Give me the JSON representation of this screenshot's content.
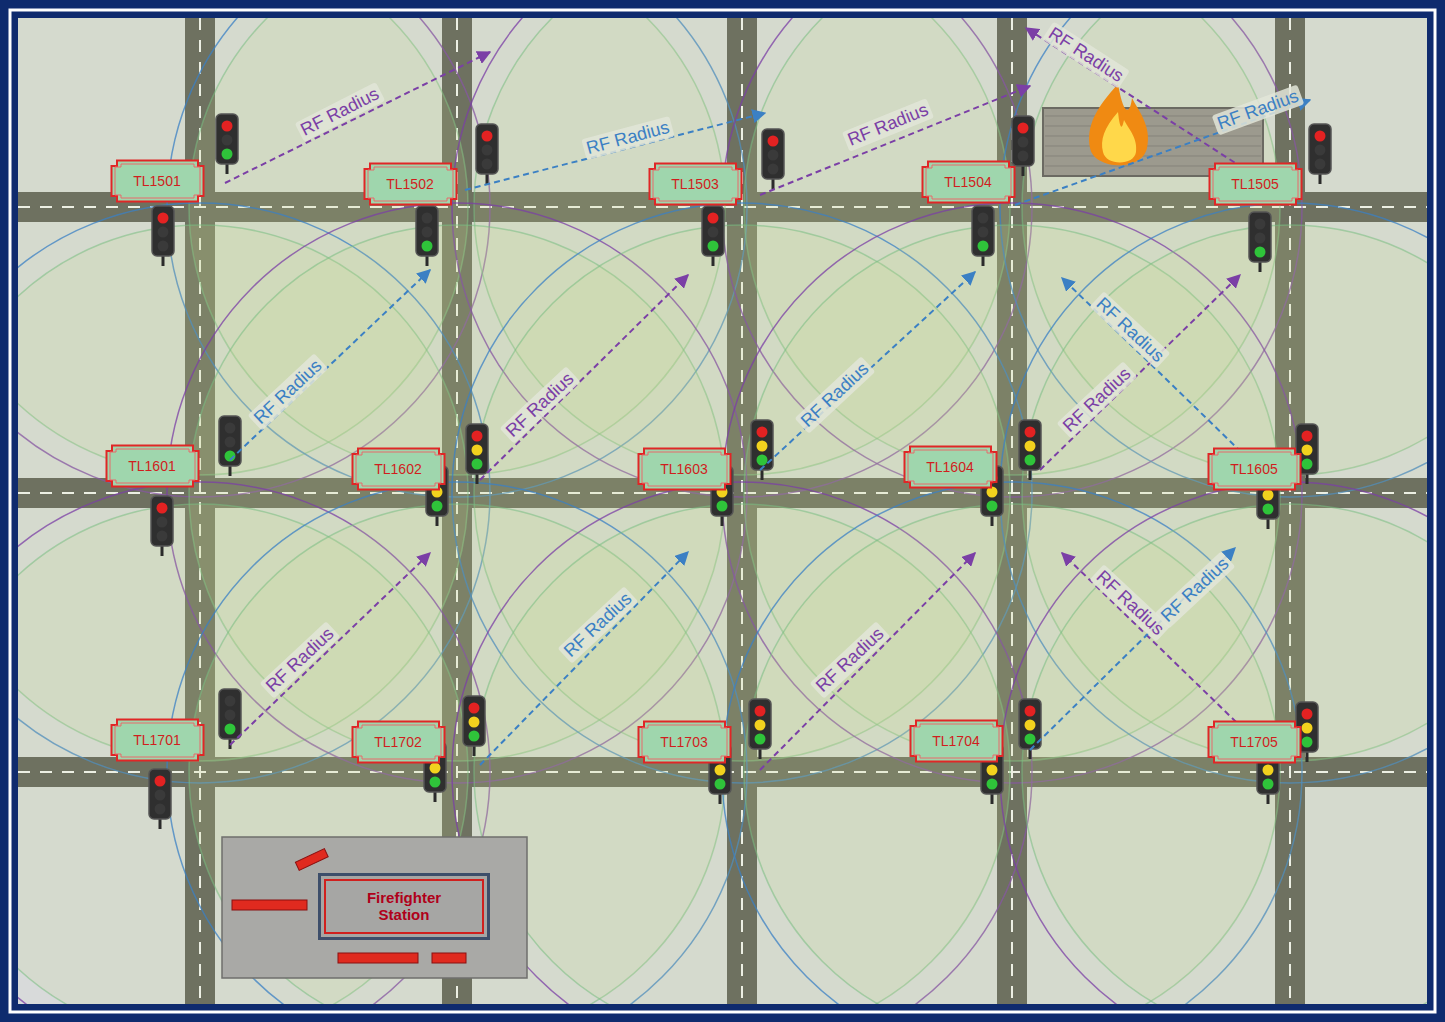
{
  "diagram": {
    "nodes": [
      {
        "text": [
          "TL1501"
        ]
      },
      {
        "text": [
          "TL1502"
        ]
      },
      {
        "text": [
          "TL1503"
        ]
      },
      {
        "text": [
          "TL1504"
        ]
      },
      {
        "text": [
          "TL1505"
        ]
      },
      {
        "text": [
          "TL1601"
        ]
      },
      {
        "text": [
          "TL1602"
        ]
      },
      {
        "text": [
          "TL1603"
        ]
      },
      {
        "text": [
          "TL1604"
        ]
      },
      {
        "text": [
          "TL1605"
        ]
      },
      {
        "text": [
          "TL1701"
        ]
      },
      {
        "text": [
          "TL1702"
        ]
      },
      {
        "text": [
          "TL1703"
        ]
      },
      {
        "text": [
          "TL1704"
        ]
      },
      {
        "text": [
          "TL1705"
        ]
      },
      {
        "text": [
          "Firefighter Station"
        ]
      }
    ],
    "labels": [
      "RF Radius",
      "RF Radius",
      "RF Radius",
      "RF Radius",
      "RF Radius",
      "RF Radius",
      "RF Radius",
      "RF Radius",
      "RF Radius",
      "RF Radius",
      "RF Radius",
      "RF Radius",
      "RF Radius",
      "RF Radius",
      "RF Radius"
    ]
  }
}
